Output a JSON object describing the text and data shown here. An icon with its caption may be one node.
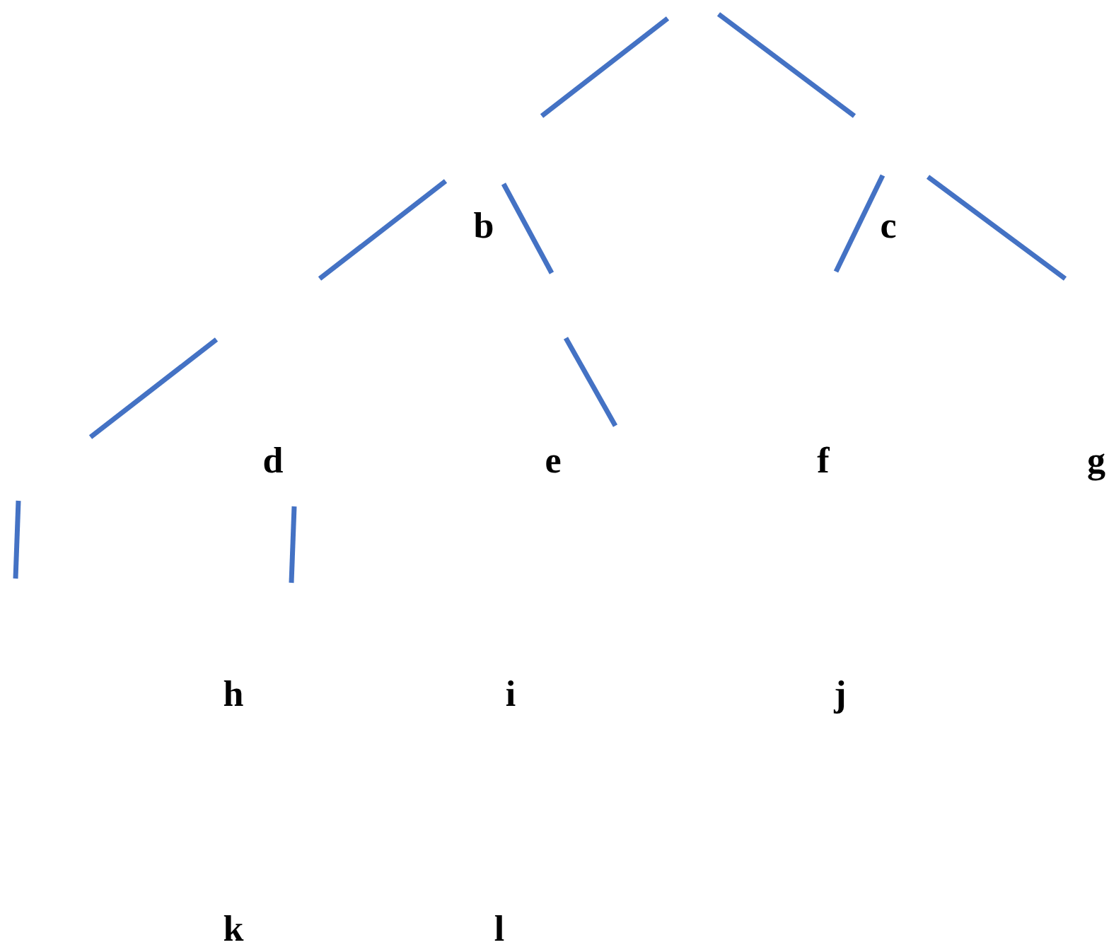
{
  "diagram": {
    "labels": [
      "b",
      "c",
      "d",
      "e",
      "f",
      "g",
      "h",
      "i",
      "j",
      "k",
      "l"
    ]
  }
}
